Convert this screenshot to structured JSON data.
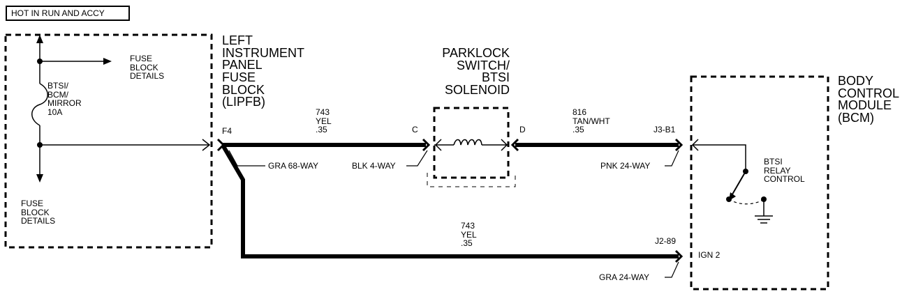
{
  "header": {
    "title": "HOT IN RUN AND ACCY"
  },
  "fuse_block": {
    "details_top": "FUSE\nBLOCK\nDETAILS",
    "details_bottom": "FUSE\nBLOCK\nDETAILS",
    "fuse_label": "BTSI/\nBCM/\nMIRROR\n10A",
    "name": "LEFT\nINSTRUMENT\nPANEL\nFUSE\nBLOCK\n(LIPFB)",
    "terminal": "F4",
    "connector": "GRA 68-WAY"
  },
  "parklock": {
    "name": "PARKLOCK\nSWITCH/\nBTSI\nSOLENOID",
    "pin_c": "C",
    "pin_d": "D",
    "connector": "BLK 4-WAY"
  },
  "bcm": {
    "name": "BODY\nCONTROL\nMODULE\n(BCM)",
    "pin_b1": "J3-B1",
    "pin_89": "J2-89",
    "connector_pnk": "PNK 24-WAY",
    "connector_gra": "GRA 24-WAY",
    "relay": "BTSI\nRELAY\nCONTROL",
    "ign": "IGN 2"
  },
  "wires": {
    "w743_top": "743\nYEL\n.35",
    "w816": "816\nTAN/WHT\n.35",
    "w743_bottom": "743\nYEL\n.35"
  }
}
